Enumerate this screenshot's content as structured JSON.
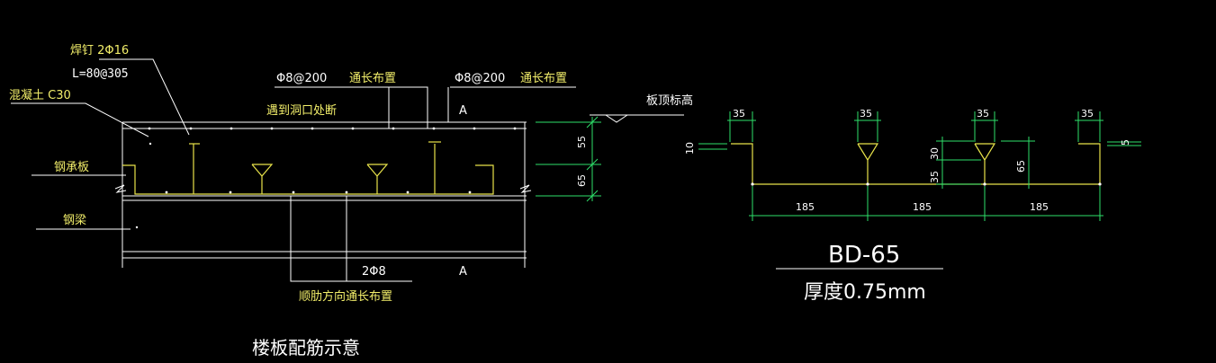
{
  "colors": {
    "background": "#000000",
    "line_white": "#ffffff",
    "text_yellow": "#f2ee6a",
    "dim_green": "#2ee06a",
    "deck_yellow": "#e8e34a"
  },
  "labels": {
    "stud": "焊钉 2Φ16",
    "stud_len": "L=80@305",
    "concrete": "混凝土 C30",
    "deck_label": "钢承板",
    "beam_label": "钢梁",
    "rebar_top_left": "Φ8@200",
    "rebar_top_left_note": "通长布置",
    "rebar_top_right": "Φ8@200",
    "rebar_top_right_note": "通长布置",
    "opening_note": "遇到洞口处断",
    "slab_top_elev": "板顶标高",
    "section_top": "A",
    "section_bottom": "A",
    "dim_55": "55",
    "dim_65": "65",
    "bottom_rebar": "2Φ8",
    "bottom_rebar_note": "顺肋方向通长布置",
    "drawing_title": "楼板配筋示意"
  },
  "profile": {
    "name": "BD-65",
    "thickness": "厚度0.75mm",
    "dim_35_a": "35",
    "dim_35_b": "35",
    "dim_35_c": "35",
    "dim_35_d": "35",
    "dim_10": "10",
    "dim_5": "5",
    "dim_30": "30",
    "dim_35_v": "35",
    "dim_65_v": "65",
    "span_1": "185",
    "span_2": "185",
    "span_3": "185"
  }
}
